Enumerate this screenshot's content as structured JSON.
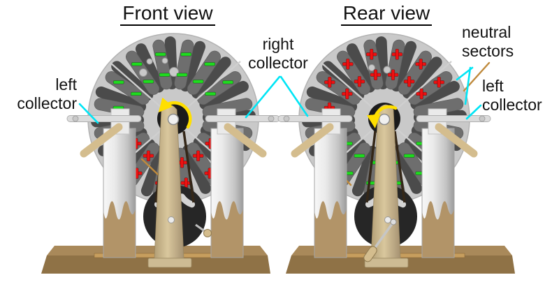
{
  "titles": {
    "front": "Front view",
    "rear": "Rear view"
  },
  "labels": {
    "left_collector_front": {
      "lines": [
        "left",
        "collector"
      ]
    },
    "right_collector": {
      "lines": [
        "right",
        "collector"
      ]
    },
    "neutral_sectors": {
      "lines": [
        "neutral",
        "sectors"
      ]
    },
    "left_collector_rear": {
      "lines": [
        "left",
        "collector"
      ]
    }
  },
  "machines": {
    "front": {
      "title": "Front view",
      "rotation": "counterclockwise",
      "negative_sector_angles_deg": [
        -78.75,
        -56.25,
        -33.75,
        -11.25,
        11.25,
        33.75,
        56.25
      ],
      "negative_pole_deg": 0,
      "positive_sector_angles_deg": [
        101.25,
        123.75,
        146.25,
        168.75,
        -168.75,
        -146.25,
        -123.75
      ],
      "positive_pole_deg": 180,
      "neutral_sector_angles_deg": [
        78.75
      ]
    },
    "rear": {
      "title": "Rear view",
      "rotation": "counterclockwise",
      "positive_sector_angles_deg": [
        -78.75,
        -56.25,
        -33.75,
        -11.25,
        11.25,
        33.75,
        56.25
      ],
      "positive_pole_deg": 0,
      "negative_sector_angles_deg": [
        101.25,
        123.75,
        146.25,
        168.75,
        -168.75,
        -146.25,
        -123.75
      ],
      "negative_pole_deg": 180,
      "neutral_sector_angles_deg": [
        78.75
      ]
    }
  },
  "charge_symbols": {
    "negative": "−",
    "positive": "+"
  },
  "colors": {
    "background": "#ffffff",
    "label_text": "#111111",
    "leader_line": "#00e5f5",
    "negative_charge": "#1edc1e",
    "positive_charge": "#ee1111",
    "rotation_arrow": "#ffdf00",
    "disc": "#c9c9c9",
    "sector_front": "#6e6e6e",
    "sector_rear": "#4b4b4b",
    "hub": "#1b1b1b",
    "wood_base_top": "#a9895a",
    "wood_base_front": "#8f7246",
    "wood_rail": "#c79e5e",
    "jar_tan": "#b29468",
    "handle_tan": "#d4bd8e",
    "column_tan": "#cdbb93",
    "pulley": "#262626",
    "brass_rod": "#bf8a3c"
  }
}
